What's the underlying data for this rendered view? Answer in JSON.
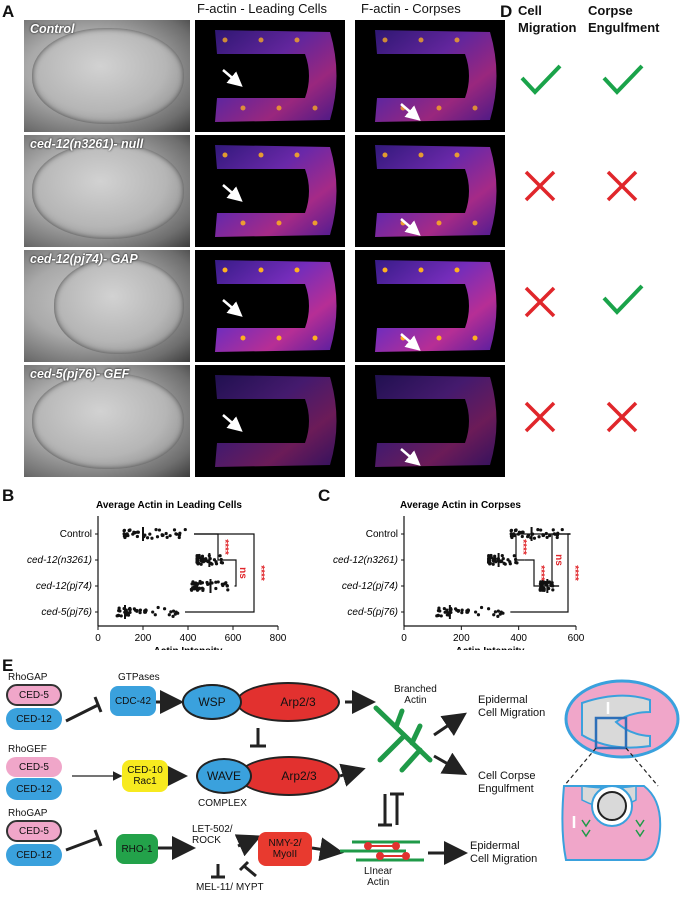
{
  "panel_labels": {
    "a": "A",
    "b": "B",
    "c": "C",
    "d": "D",
    "e": "E"
  },
  "panel_a": {
    "col_headers": [
      "F-actin - Leading Cells",
      "F-actin - Corpses"
    ],
    "rows": [
      {
        "genotype": "Control"
      },
      {
        "genotype": "ced-12(n3261)- null"
      },
      {
        "genotype": "ced-12(pj74)- GAP"
      },
      {
        "genotype": "ced-5(pj76)- GEF"
      }
    ]
  },
  "panel_d": {
    "headers": [
      "Cell Migration",
      "Corpse Engulfment"
    ],
    "rows": [
      {
        "migration": "check",
        "engulfment": "check"
      },
      {
        "migration": "cross",
        "engulfment": "cross"
      },
      {
        "migration": "cross",
        "engulfment": "check"
      },
      {
        "migration": "cross",
        "engulfment": "cross"
      }
    ],
    "colors": {
      "check": "#1aa34a",
      "cross": "#e0262b"
    }
  },
  "chart_data": [
    {
      "type": "scatter",
      "panel": "B",
      "title": "Average Actin in Leading Cells",
      "xlabel": "Actin Intensity",
      "xlim": [
        0,
        800
      ],
      "xticks": [
        0,
        200,
        400,
        600,
        800
      ],
      "categories": [
        "Control",
        "ced-12(n3261)",
        "ced-12(pj74)",
        "ced-5(pj76)"
      ],
      "means": [
        200,
        495,
        500,
        120
      ],
      "range_min": [
        110,
        440,
        415,
        80
      ],
      "range_max": [
        400,
        560,
        580,
        360
      ],
      "significance": [
        {
          "pair": [
            "Control",
            "ced-12(n3261)"
          ],
          "label": "****"
        },
        {
          "pair": [
            "ced-12(n3261)",
            "ced-12(pj74)"
          ],
          "label": "ns"
        },
        {
          "pair": [
            "Control",
            "ced-5(pj76)"
          ],
          "label": "****"
        }
      ]
    },
    {
      "type": "scatter",
      "panel": "C",
      "title": "Average Actin in Corpses",
      "xlabel": "Actin Intensity",
      "xlim": [
        0,
        600
      ],
      "xticks": [
        0,
        200,
        400,
        600
      ],
      "categories": [
        "Control",
        "ced-12(n3261)",
        "ced-12(pj74)",
        "ced-5(pj76)"
      ],
      "means": [
        445,
        330,
        500,
        160
      ],
      "range_min": [
        370,
        295,
        475,
        110
      ],
      "range_max": [
        560,
        400,
        520,
        350
      ],
      "significance": [
        {
          "pair": [
            "Control",
            "ced-12(n3261)"
          ],
          "label": "****"
        },
        {
          "pair": [
            "ced-12(n3261)",
            "ced-12(pj74)"
          ],
          "label": "****"
        },
        {
          "pair": [
            "Control",
            "ced-12(pj74)"
          ],
          "label": "ns"
        },
        {
          "pair": [
            "Control",
            "ced-5(pj76)"
          ],
          "label": "****"
        }
      ]
    }
  ],
  "panel_e": {
    "rhogap_1": "RhoGAP",
    "gtpases": "GTPases",
    "rhogef": "RhoGEF",
    "rhogap_2": "RhoGAP",
    "ced5": "CED-5",
    "ced12": "CED-12",
    "cdc42": "CDC-42",
    "wsp": "WSP",
    "arp23": "Arp2/3",
    "ced10": "CED-10\nRac1",
    "wave": "WAVE",
    "complex": "COMPLEX",
    "rho1": "RHO-1",
    "let502": "LET-502/\nROCK",
    "nmy2": "NMY-2/\nMyoII",
    "mel11": "MEL-11/ MYPT",
    "branched": "Branched\nActin",
    "linear": "LInear\nActin",
    "out_migration": "Epidermal\nCell Migration",
    "out_engulf": "Cell Corpse\nEngulfment",
    "out_migration2": "Epidermal\nCell Migration",
    "colors": {
      "ced5": "#f0a6c9",
      "ced12": "#3aa1dd",
      "cdc42": "#3aa1dd",
      "wsp": "#3aa1dd",
      "arp": "#e2312f",
      "ced10": "#f7ea1f",
      "rho1": "#23a24a",
      "nmy": "#e83a2f",
      "actin": "#1f9a48"
    }
  }
}
